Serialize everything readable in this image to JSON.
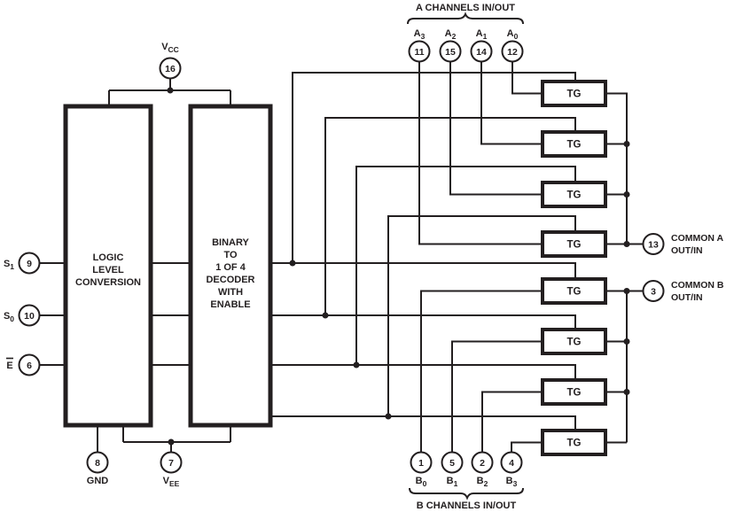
{
  "colors": {
    "ink": "#231f20",
    "background": "#ffffff"
  },
  "top_group": {
    "title": "A CHANNELS IN/OUT"
  },
  "bottom_group": {
    "title": "B CHANNELS IN/OUT"
  },
  "blocks": {
    "logic_level": {
      "lines": [
        "LOGIC",
        "LEVEL",
        "CONVERSION"
      ]
    },
    "decoder": {
      "lines": [
        "BINARY",
        "TO",
        "1 OF 4",
        "DECODER",
        "WITH",
        "ENABLE"
      ]
    }
  },
  "tg": {
    "label": "TG"
  },
  "power": {
    "vcc": {
      "base": "V",
      "sub": "CC",
      "pin": "16"
    },
    "vee": {
      "base": "V",
      "sub": "EE",
      "pin": "7"
    },
    "gnd": {
      "label": "GND",
      "pin": "8"
    }
  },
  "selects": {
    "s1": {
      "base": "S",
      "sub": "1",
      "pin": "9"
    },
    "s0": {
      "base": "S",
      "sub": "0",
      "pin": "10"
    },
    "enable": {
      "base": "E",
      "pin": "6"
    }
  },
  "a_channels": [
    {
      "base": "A",
      "sub": "3",
      "pin": "11"
    },
    {
      "base": "A",
      "sub": "2",
      "pin": "15"
    },
    {
      "base": "A",
      "sub": "1",
      "pin": "14"
    },
    {
      "base": "A",
      "sub": "0",
      "pin": "12"
    }
  ],
  "b_channels": [
    {
      "base": "B",
      "sub": "0",
      "pin": "1"
    },
    {
      "base": "B",
      "sub": "1",
      "pin": "5"
    },
    {
      "base": "B",
      "sub": "2",
      "pin": "2"
    },
    {
      "base": "B",
      "sub": "3",
      "pin": "4"
    }
  ],
  "commons": {
    "a": {
      "pin": "13",
      "line1": "COMMON A",
      "line2": "OUT/IN"
    },
    "b": {
      "pin": "3",
      "line1": "COMMON B",
      "line2": "OUT/IN"
    }
  }
}
